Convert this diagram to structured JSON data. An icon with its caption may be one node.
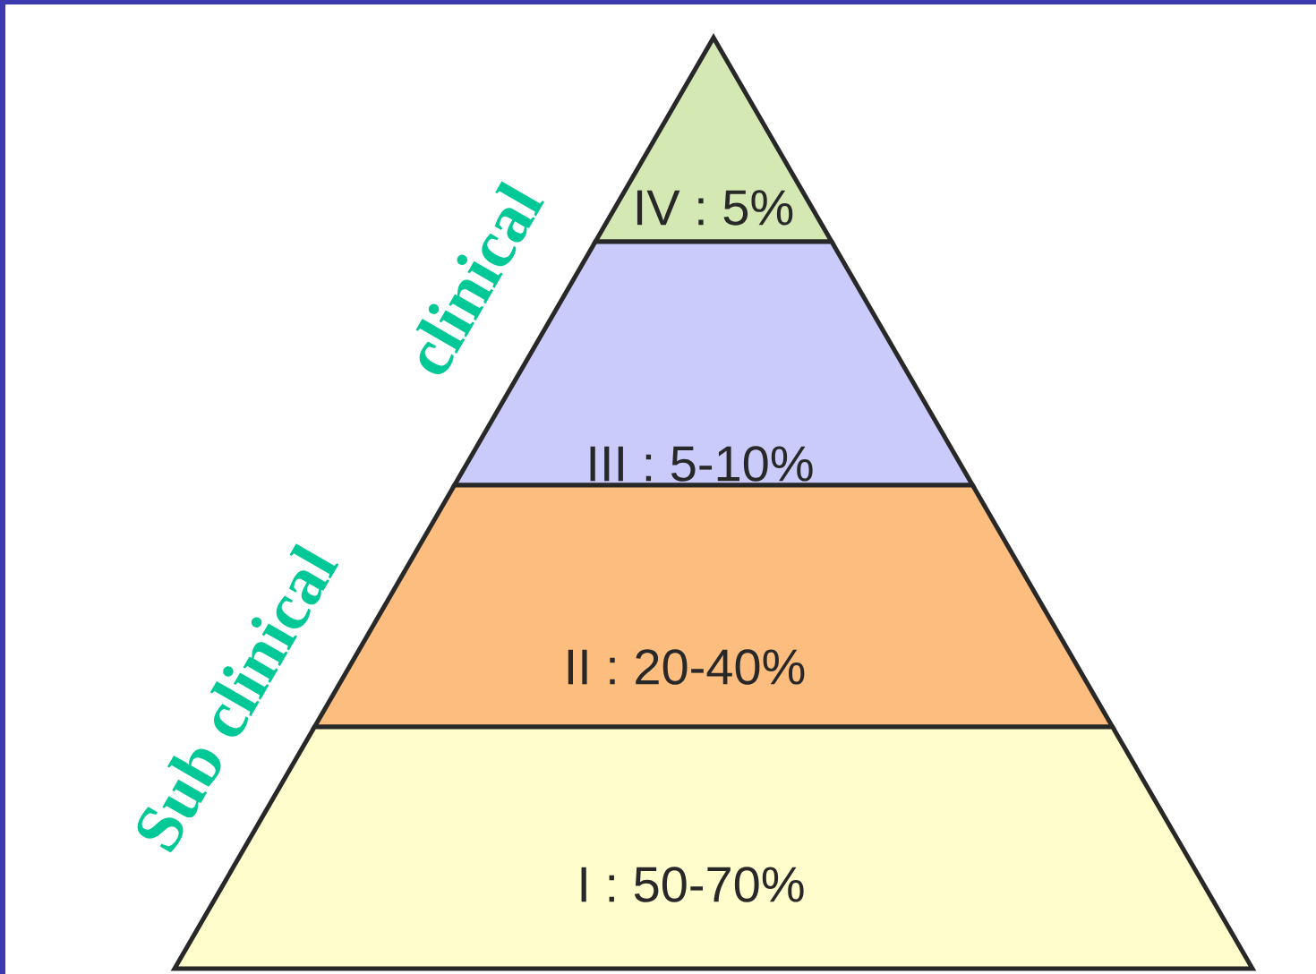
{
  "diagram": {
    "nodes": [
      {
        "text": [
          "IV : 5%"
        ]
      },
      {
        "text": [
          "III : 5-10%"
        ]
      },
      {
        "text": [
          "II : 20-40%"
        ]
      },
      {
        "text": [
          "I : 50-70%"
        ]
      }
    ],
    "labels": [
      "clinical",
      "Sub clinical"
    ]
  }
}
